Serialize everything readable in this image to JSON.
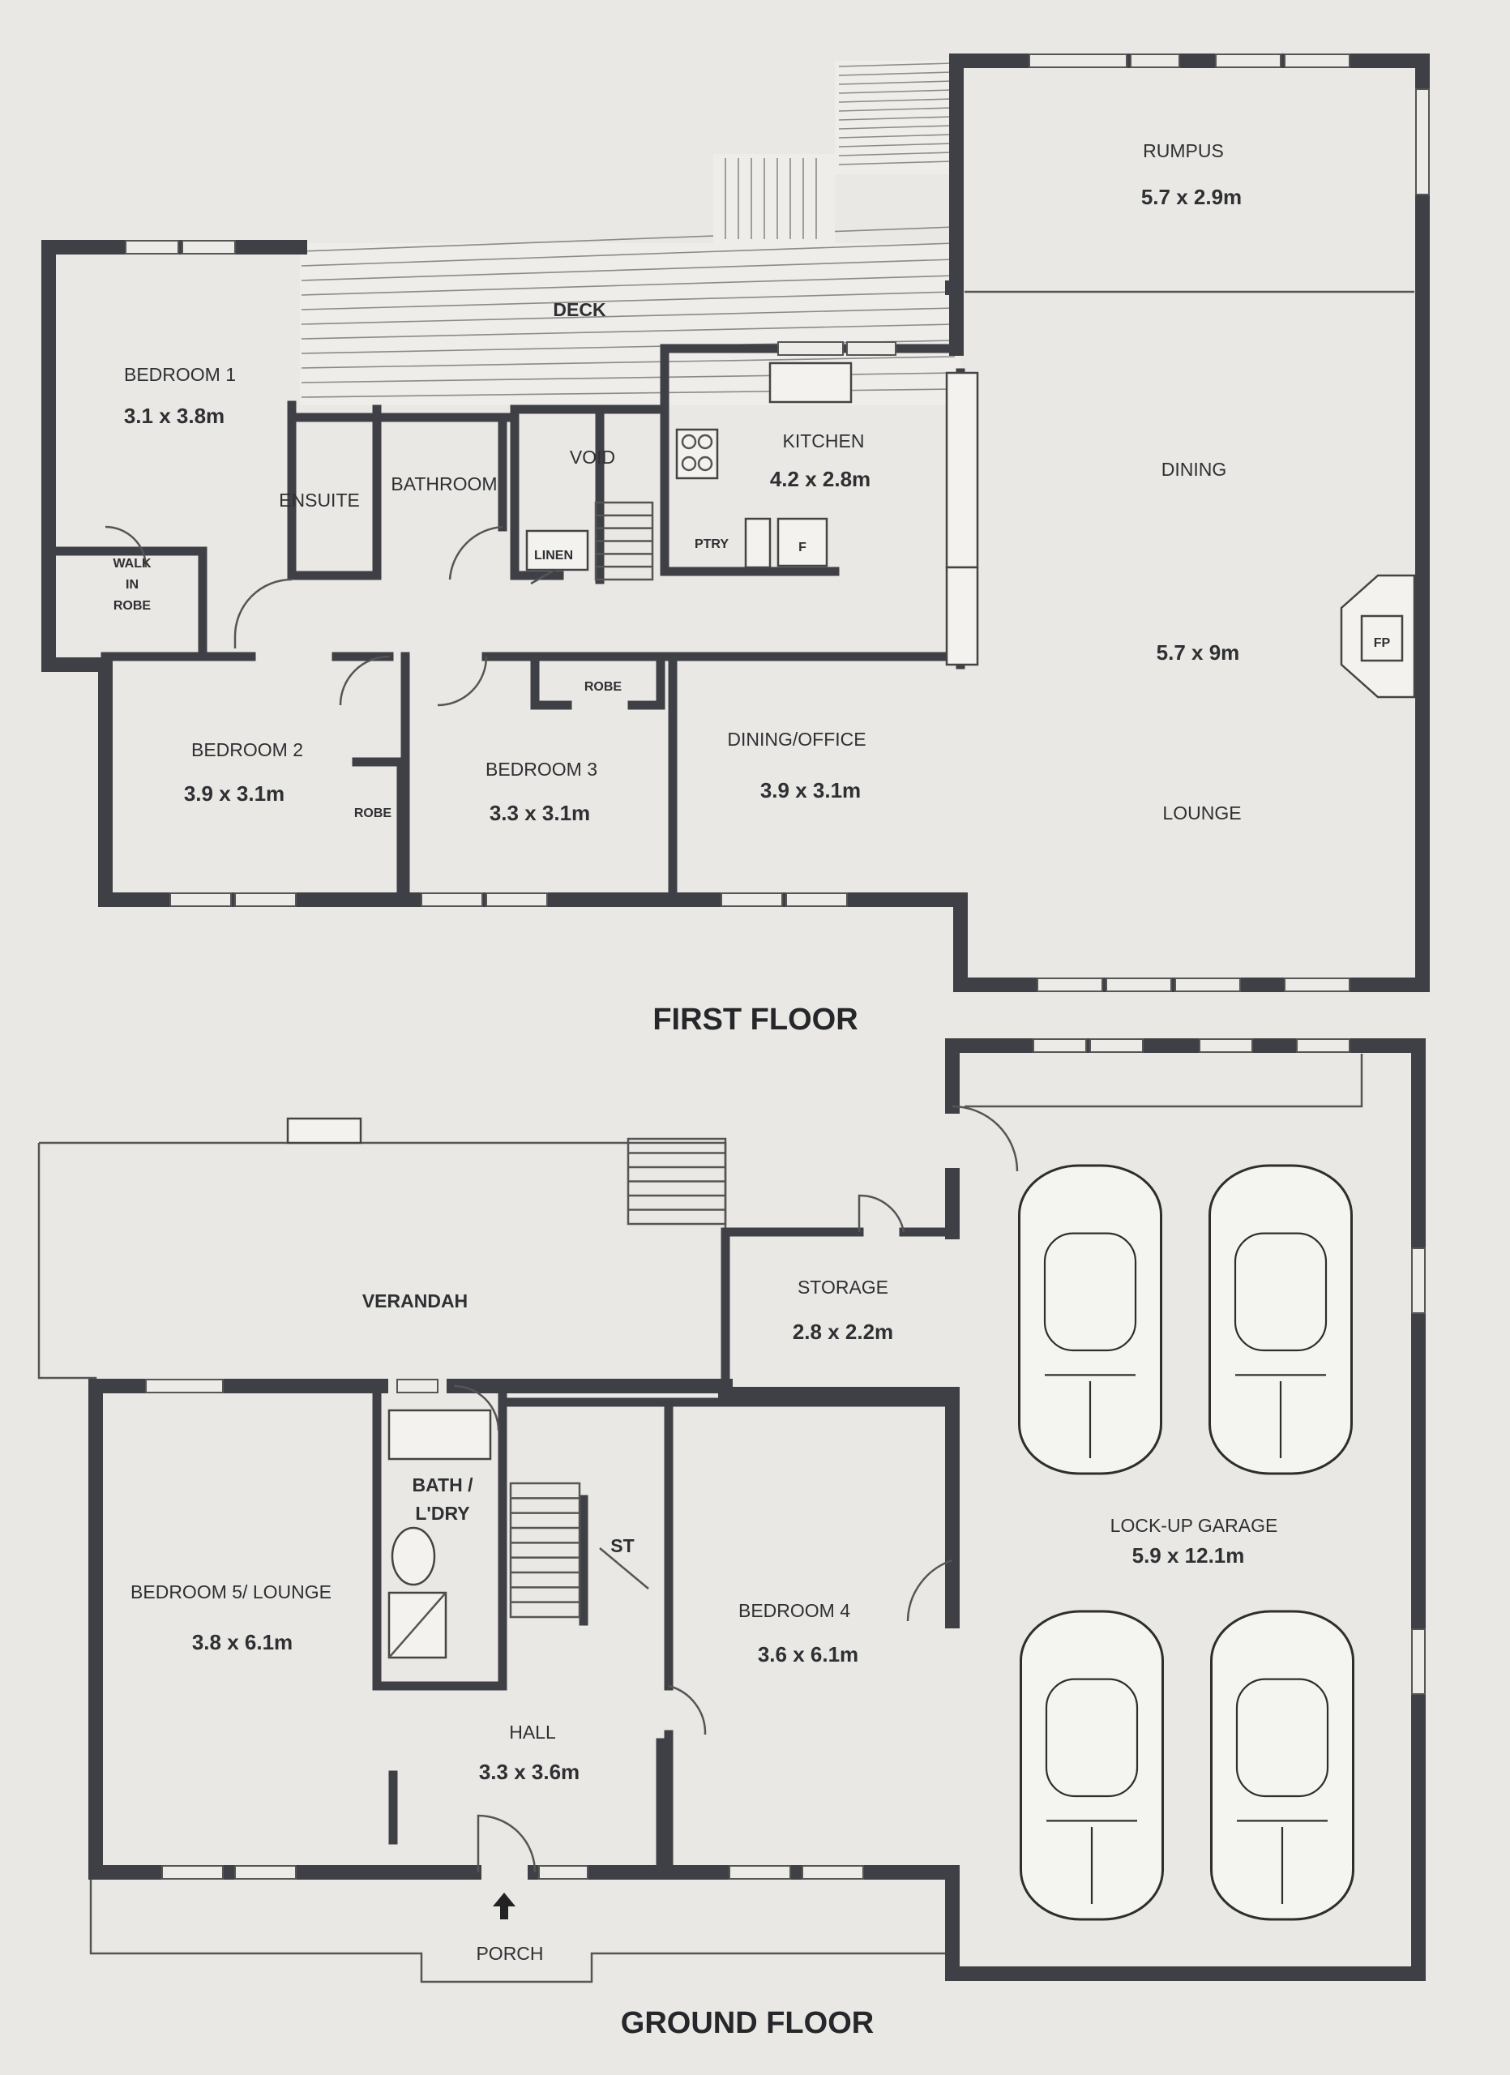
{
  "first_floor": {
    "title": "FIRST FLOOR",
    "rooms": {
      "rumpus": {
        "label": "RUMPUS",
        "dims": "5.7 x 2.9m"
      },
      "deck": {
        "label": "DECK"
      },
      "bedroom1": {
        "label": "BEDROOM 1",
        "dims": "3.1 x 3.8m"
      },
      "walk_in_robe": {
        "line1": "WALK",
        "line2": "IN",
        "line3": "ROBE"
      },
      "ensuite": {
        "label": "ENSUITE"
      },
      "bathroom": {
        "label": "BATHROOM"
      },
      "void": {
        "label": "VOID"
      },
      "linen": {
        "label": "LINEN"
      },
      "kitchen": {
        "label": "KITCHEN",
        "dims": "4.2 x 2.8m",
        "pantry": "PTRY",
        "fridge": "F"
      },
      "dining": {
        "label": "DINING",
        "dims": "5.7 x 9m"
      },
      "fireplace": {
        "label": "FP"
      },
      "lounge": {
        "label": "LOUNGE"
      },
      "bedroom2": {
        "label": "BEDROOM 2",
        "dims": "3.9 x 3.1m",
        "robe": "ROBE"
      },
      "bedroom3": {
        "label": "BEDROOM 3",
        "dims": "3.3 x 3.1m",
        "robe": "ROBE"
      },
      "dining_office": {
        "label": "DINING/OFFICE",
        "dims": "3.9 x 3.1m"
      }
    }
  },
  "ground_floor": {
    "title": "GROUND FLOOR",
    "rooms": {
      "verandah": {
        "label": "VERANDAH"
      },
      "storage": {
        "label": "STORAGE",
        "dims": "2.8 x 2.2m"
      },
      "garage": {
        "label": "LOCK-UP GARAGE",
        "dims": "5.9 x 12.1m"
      },
      "bedroom5": {
        "label": "BEDROOM 5/ LOUNGE",
        "dims": "3.8 x 6.1m"
      },
      "bath_laundry": {
        "line1": "BATH /",
        "line2": "L'DRY"
      },
      "st": {
        "label": "ST"
      },
      "hall": {
        "label": "HALL",
        "dims": "3.3 x 3.6m"
      },
      "bedroom4": {
        "label": "BEDROOM 4",
        "dims": "3.6 x 6.1m"
      },
      "porch": {
        "label": "PORCH"
      }
    }
  }
}
